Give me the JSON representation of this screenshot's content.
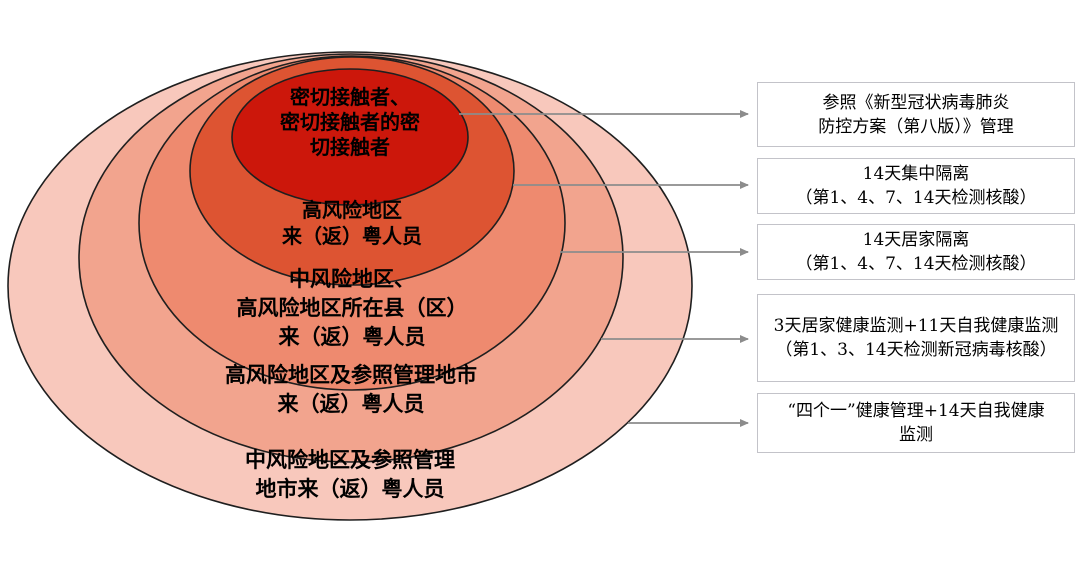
{
  "colors": {
    "ring_stroke": "#1f1f1f",
    "connector": "#8c8c8c",
    "box_border": "#c3c3c9",
    "box_background": "#ffffff",
    "label_text": "#000000"
  },
  "rings": [
    {
      "name": "close-contacts",
      "fill": "#cc170b",
      "lines": [
        "密切接触者、",
        "密切接触者的密",
        "切接触者"
      ]
    },
    {
      "name": "high-risk-area-arrivals",
      "fill": "#dd5432",
      "lines": [
        "高风险地区",
        "来（返）粤人员"
      ]
    },
    {
      "name": "medium-risk-and-high-risk-county-arrivals",
      "fill": "#ee8a6f",
      "lines": [
        "中风险地区、",
        "高风险地区所在县（区）",
        "来（返）粤人员"
      ]
    },
    {
      "name": "high-risk-and-reference-city-arrivals",
      "fill": "#f2a48e",
      "lines": [
        "高风险地区及参照管理地市",
        "来（返）粤人员"
      ]
    },
    {
      "name": "medium-risk-and-reference-city-arrivals",
      "fill": "#f8c8bc",
      "lines": [
        "中风险地区及参照管理",
        "地市来（返）粤人员"
      ]
    }
  ],
  "measures": [
    {
      "lines": [
        "参照《新型冠状病毒肺炎",
        "防控方案（第八版）》管理"
      ]
    },
    {
      "lines": [
        "14天集中隔离",
        "（第1、4、7、14天检测核酸）"
      ]
    },
    {
      "lines": [
        "14天居家隔离",
        "（第1、4、7、14天检测核酸）"
      ]
    },
    {
      "lines": [
        "3天居家健康监测+11天自我健康监测",
        "（第1、3、14天检测新冠病毒核酸）"
      ]
    },
    {
      "lines": [
        "“四个一”健康管理+14天自我健康",
        "监测"
      ]
    }
  ]
}
